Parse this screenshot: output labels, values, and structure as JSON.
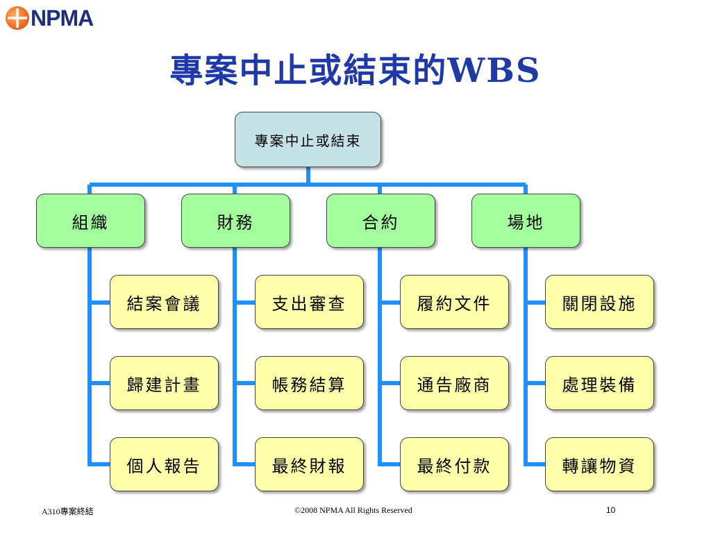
{
  "logo": {
    "text": "NPMA"
  },
  "title": "專案中止或結束的WBS",
  "wbs": {
    "root": "專案中止或結束",
    "branches": [
      {
        "label": "組織",
        "items": [
          "結案會議",
          "歸建計畫",
          "個人報告"
        ]
      },
      {
        "label": "財務",
        "items": [
          "支出審查",
          "帳務結算",
          "最終財報"
        ]
      },
      {
        "label": "合約",
        "items": [
          "履約文件",
          "通告廠商",
          "最終付款"
        ]
      },
      {
        "label": "場地",
        "items": [
          "關閉設施",
          "處理裝備",
          "轉讓物資"
        ]
      }
    ]
  },
  "colors": {
    "root_fill": "#c5e3e6",
    "branch_fill": "#a3ff9c",
    "leaf_fill": "#ffffaa",
    "connector": "#1e90ff",
    "title": "#1f3aa8"
  },
  "footer": {
    "left": "A310專案終結",
    "center": "©2008 NPMA  All Rights Reserved",
    "page_number": "10"
  }
}
